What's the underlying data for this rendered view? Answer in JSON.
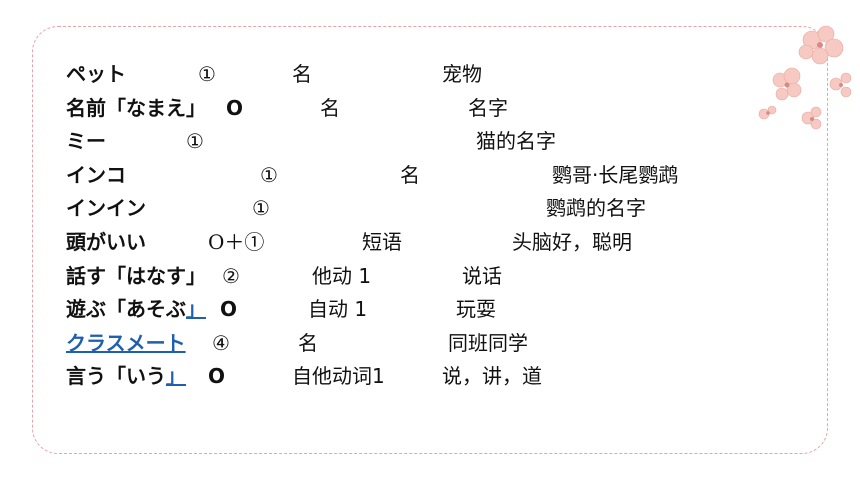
{
  "vocabulary": [
    {
      "word": "ペット",
      "accent": "①",
      "pos": "名",
      "meaning": "宠物"
    },
    {
      "word": "名前「なまえ」",
      "accent": "O",
      "pos": "名",
      "meaning": "名字"
    },
    {
      "word": "ミー",
      "accent": "①",
      "pos": "",
      "meaning": "猫的名字"
    },
    {
      "word": "インコ",
      "accent": "①",
      "pos": "名",
      "meaning": "鹦哥‧长尾鹦鹉"
    },
    {
      "word": "インイン",
      "accent": "①",
      "pos": "",
      "meaning": "鹦鹉的名字"
    },
    {
      "word": "頭がいい",
      "accent": "O＋①",
      "pos": "短语",
      "meaning": "头脑好，聪明"
    },
    {
      "word": "話す「はなす」",
      "accent": "②",
      "pos": "他动 1",
      "meaning": "说话"
    },
    {
      "word_main": "遊ぶ「あそぶ",
      "word_link": "」",
      "accent": "O",
      "pos": "自动 1",
      "meaning": "玩耍"
    },
    {
      "word": "クラスメート",
      "accent": "④",
      "pos": "名",
      "meaning": "同班同学"
    },
    {
      "word_main": "言う「いう",
      "word_link": "」",
      "accent": "O",
      "pos": "自他动词1",
      "meaning": "说，讲，道"
    }
  ]
}
